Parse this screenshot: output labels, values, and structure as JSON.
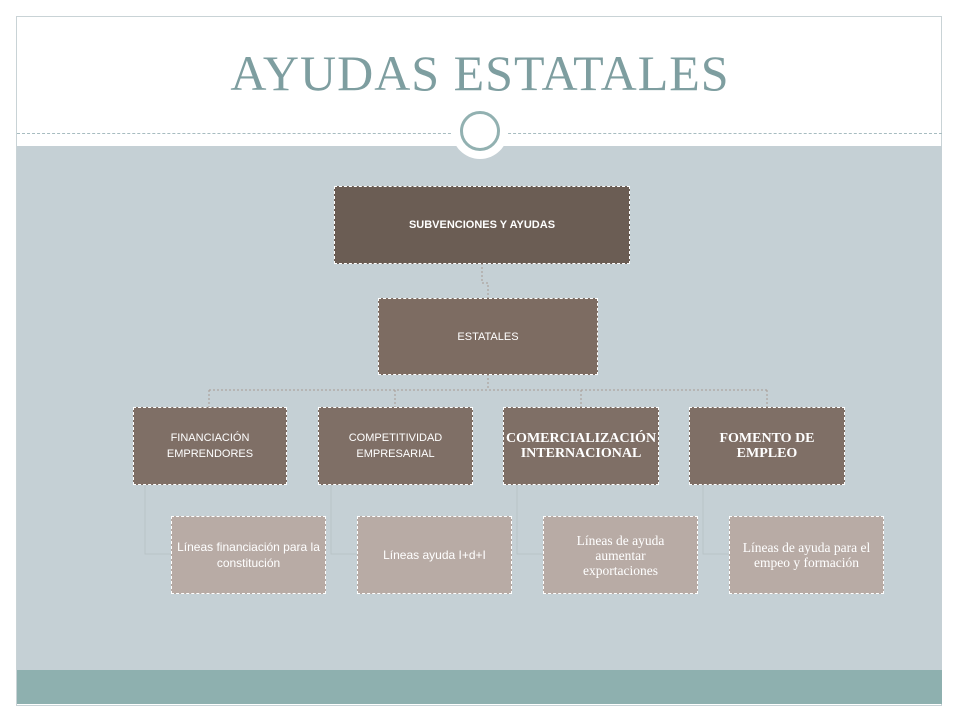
{
  "slide": {
    "title": "AYUDAS ESTATALES"
  },
  "diagram": {
    "root": "SUBVENCIONES Y AYUDAS",
    "level2": "ESTATALES",
    "categories": [
      "FINANCIACIÓN EMPRENDORES",
      "COMPETITIVIDAD EMPRESARIAL",
      "COMERCIALIZACIÓN INTERNACIONAL",
      "FOMENTO DE EMPLEO"
    ],
    "details": [
      "Líneas financiación para la constitución",
      "Líneas ayuda I+d+I",
      "Líneas de ayuda aumentar exportaciones",
      "Líneas de ayuda para el empeo y formación"
    ]
  }
}
